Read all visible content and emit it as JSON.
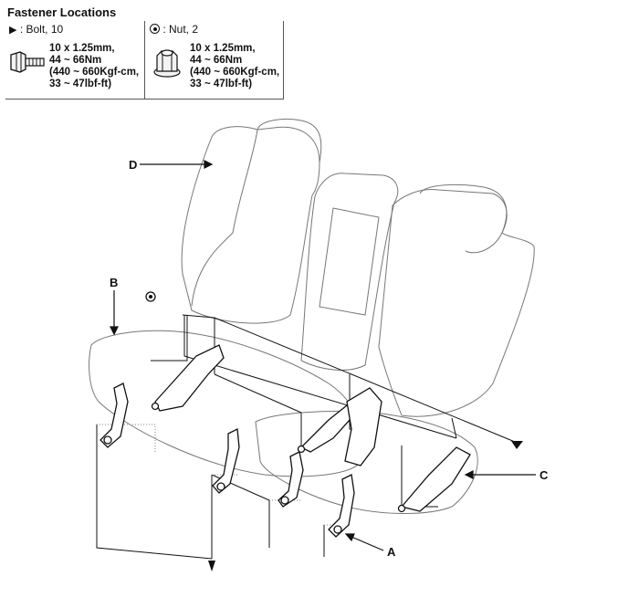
{
  "title": "Fastener Locations",
  "legend": {
    "bolt": {
      "label": ": Bolt, 10",
      "spec": [
        "10 x 1.25mm,",
        "44 ~ 66Nm",
        "(440 ~ 660Kgf-cm,",
        "33 ~ 47lbf-ft)"
      ],
      "icon": "bolt-icon"
    },
    "nut": {
      "label": ": Nut, 2",
      "spec": [
        "10 x 1.25mm,",
        "44 ~ 66Nm",
        "(440 ~ 660Kgf-cm,",
        "33 ~ 47lbf-ft)"
      ],
      "icon": "nut-icon"
    }
  },
  "callouts": {
    "a": "A",
    "b": "B",
    "c": "C",
    "d": "D"
  }
}
